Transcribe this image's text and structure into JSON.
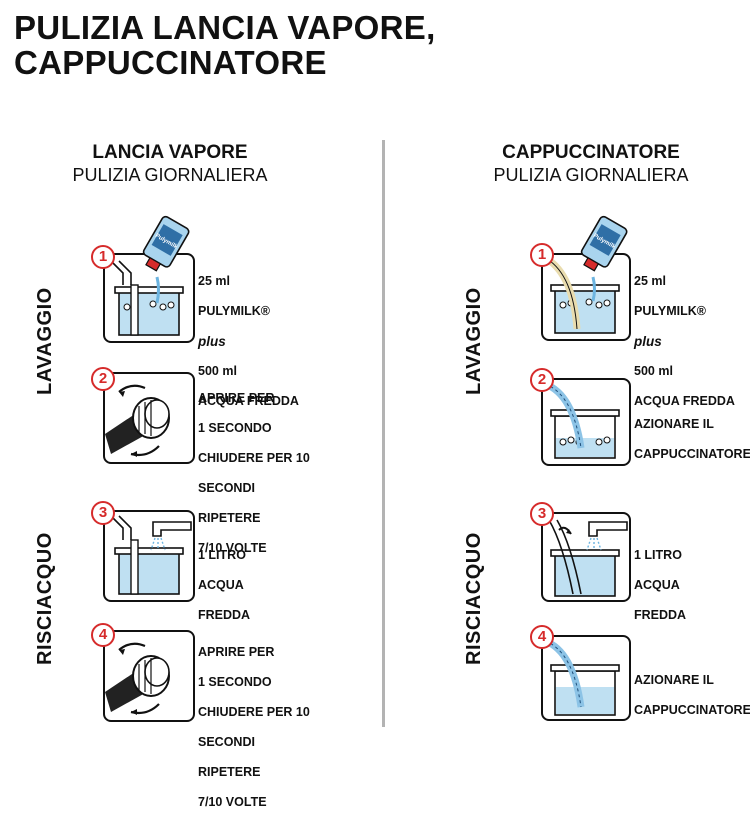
{
  "page": {
    "title_line1": "PULIZIA LANCIA VAPORE,",
    "title_line2": "CAPPUCCINATORE"
  },
  "left": {
    "heading": "LANCIA VAPORE",
    "subheading": "PULIZIA GIORNALIERA",
    "section_wash": "LAVAGGIO",
    "section_rinse": "RISCIACQUO",
    "steps": [
      {
        "num": "1",
        "lines": [
          "25 ml",
          "PULYMILK®",
          "plus",
          "500 ml",
          "ACQUA FREDDA"
        ]
      },
      {
        "num": "2",
        "lines": [
          "APRIRE PER",
          "1 SECONDO",
          "CHIUDERE PER 10",
          "SECONDI",
          "RIPETERE",
          "7/10 VOLTE"
        ]
      },
      {
        "num": "3",
        "lines": [
          "1 LITRO",
          "ACQUA",
          "FREDDA"
        ]
      },
      {
        "num": "4",
        "lines": [
          "APRIRE PER",
          "1 SECONDO",
          "CHIUDERE PER 10",
          "SECONDI",
          "RIPETERE",
          "7/10 VOLTE"
        ]
      }
    ]
  },
  "right": {
    "heading": "CAPPUCCINATORE",
    "subheading": "PULIZIA GIORNALIERA",
    "section_wash": "LAVAGGIO",
    "section_rinse": "RISCIACQUO",
    "steps": [
      {
        "num": "1",
        "lines": [
          "25 ml",
          "PULYMILK®",
          "plus",
          "500 ml",
          "ACQUA FREDDA"
        ]
      },
      {
        "num": "2",
        "lines": [
          "AZIONARE IL",
          "CAPPUCCINATORE"
        ]
      },
      {
        "num": "3",
        "lines": [
          "1 LITRO",
          "ACQUA",
          "FREDDA"
        ]
      },
      {
        "num": "4",
        "lines": [
          "AZIONARE IL",
          "CAPPUCCINATORE"
        ]
      }
    ]
  },
  "product": {
    "bottle_label": "Pulymilk"
  },
  "colors": {
    "accent": "#d62b2b",
    "water": "#bfe0f2",
    "bottle": "#a9d4ee",
    "divider": "#b3b3b3"
  }
}
